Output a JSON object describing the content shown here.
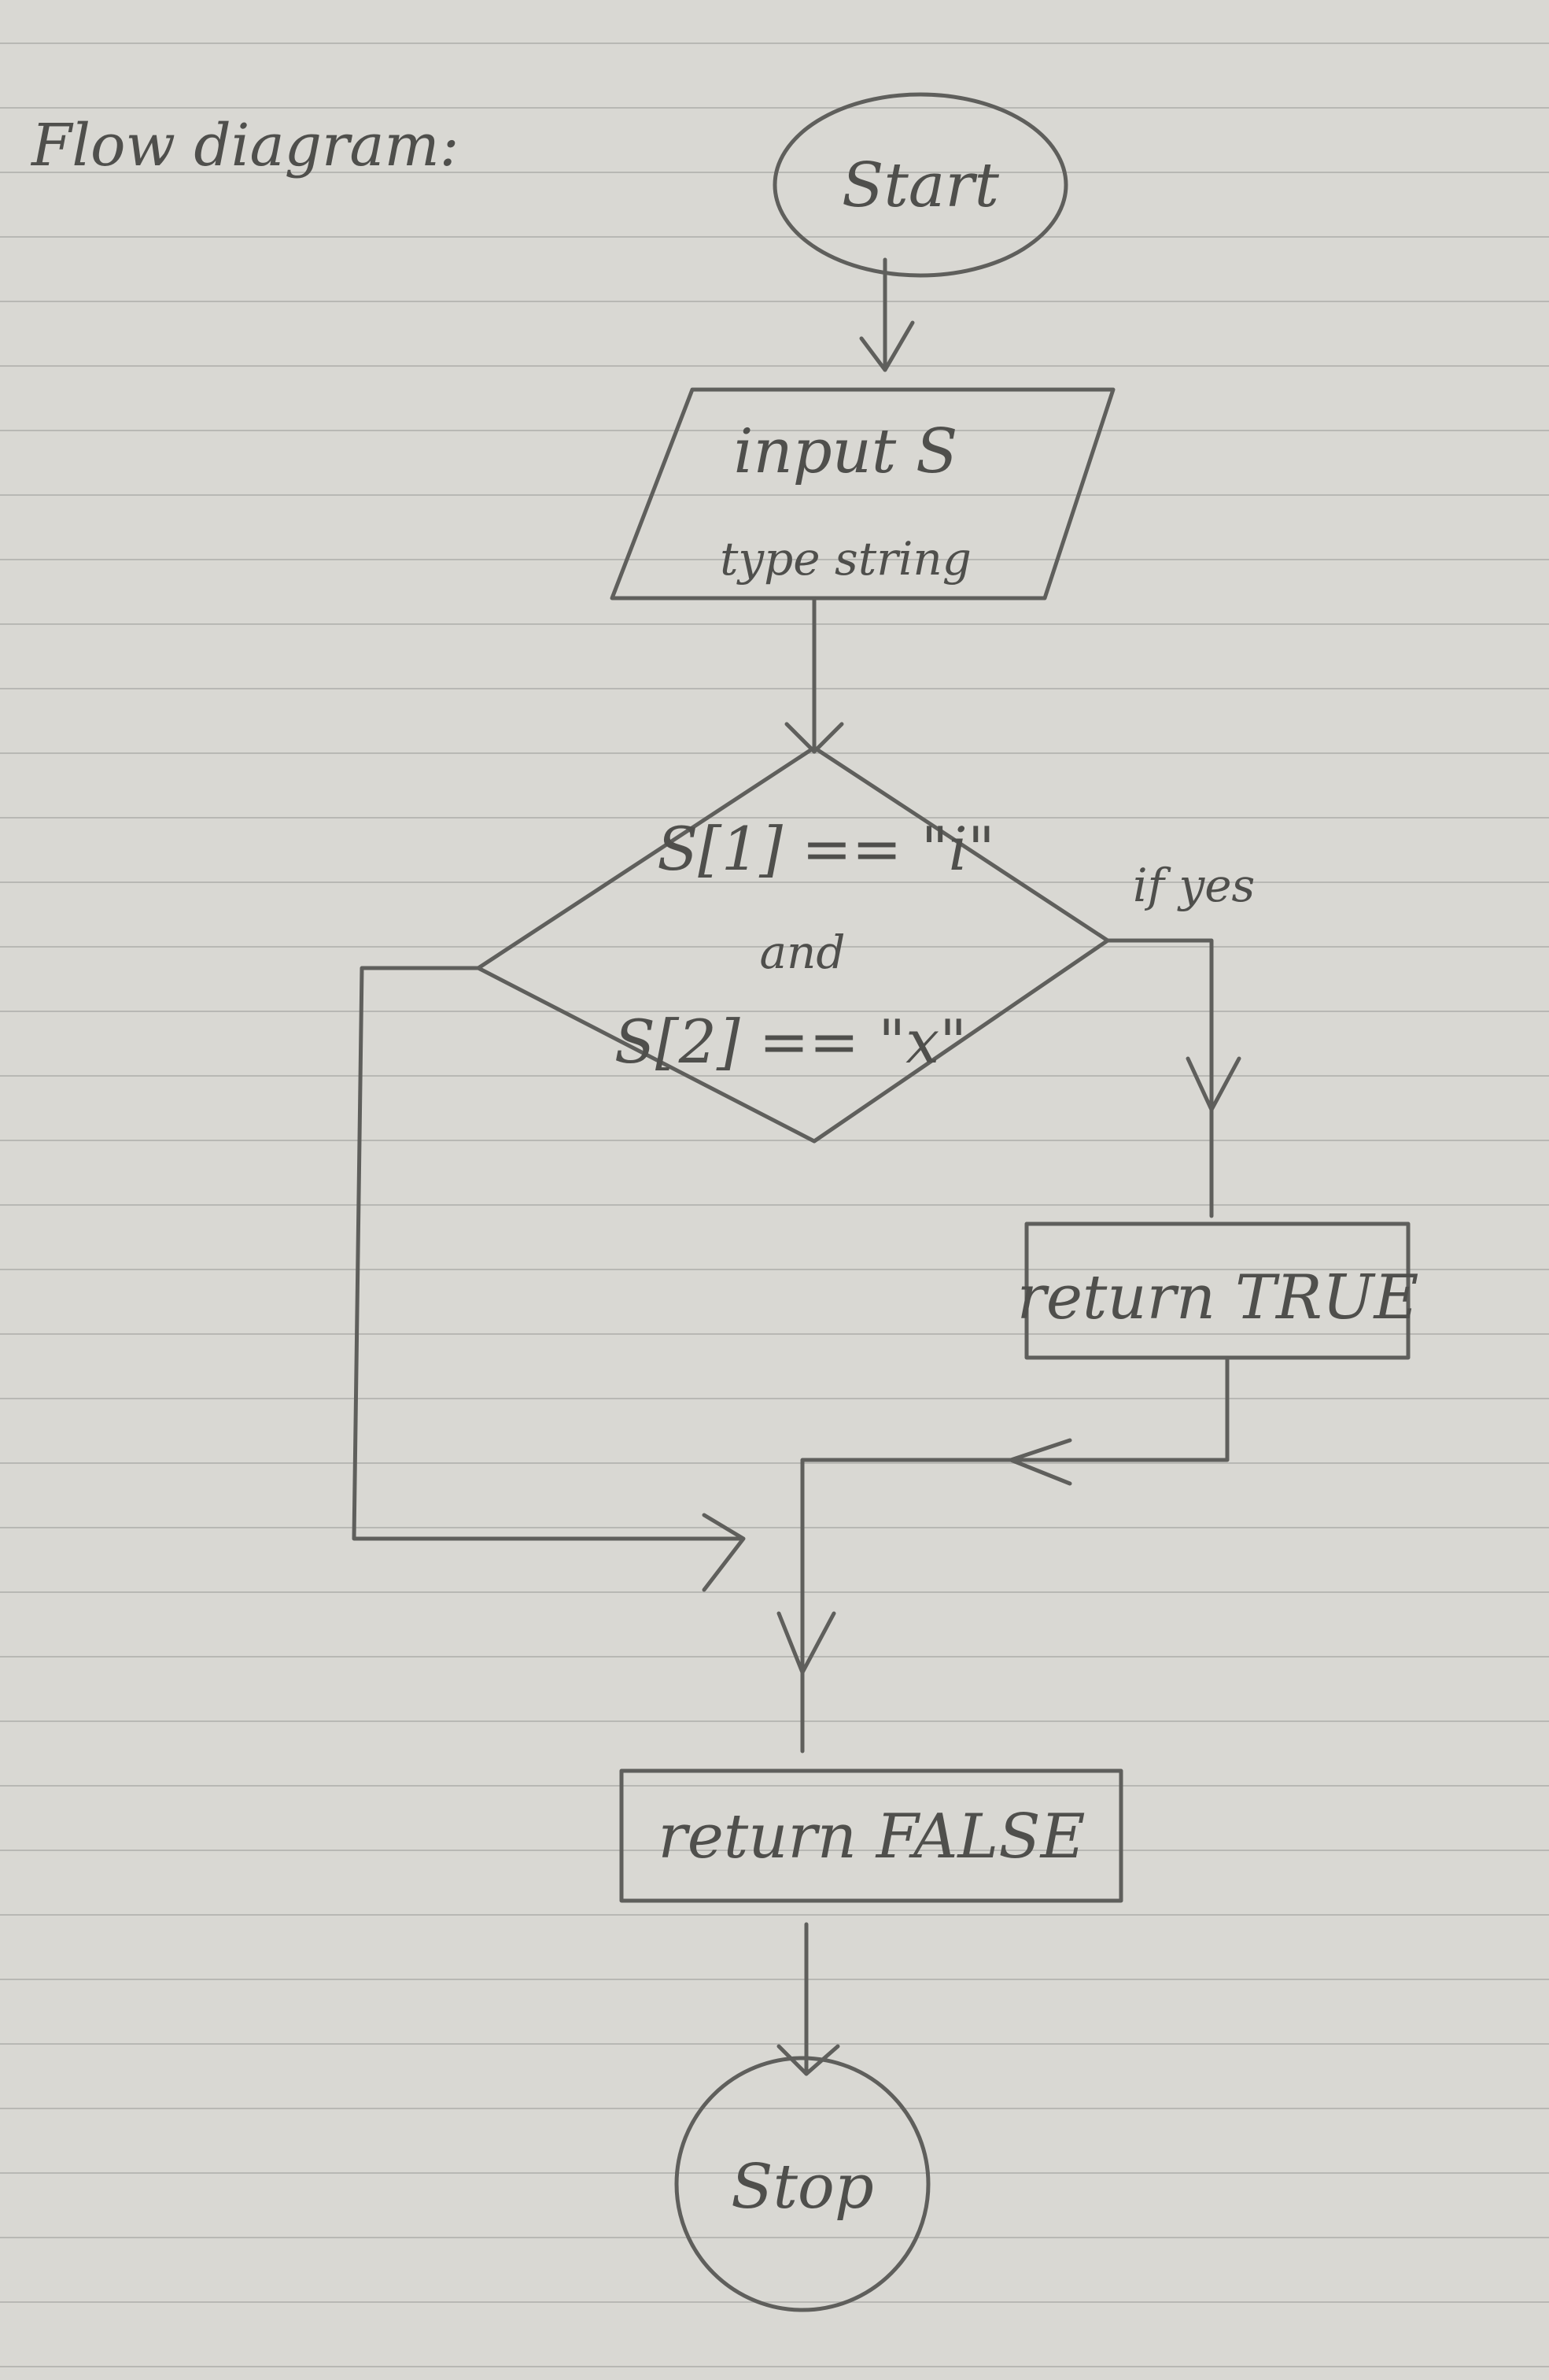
{
  "diagram": {
    "title": "Flow diagram:",
    "nodes": {
      "start": "Start",
      "input_line1": "input S",
      "input_line2": "type string",
      "decision_line1": "S[1] == \"i\"",
      "decision_line2": "and",
      "decision_line3": "S[2] == \"x\"",
      "return_true": "return TRUE",
      "return_false": "return FALSE",
      "stop": "Stop"
    },
    "edge_labels": {
      "yes": "if yes"
    }
  },
  "colors": {
    "paper": "#d9d8d3",
    "pencil": "#5f5f5c",
    "rule_lines": "#b8b8b4"
  }
}
